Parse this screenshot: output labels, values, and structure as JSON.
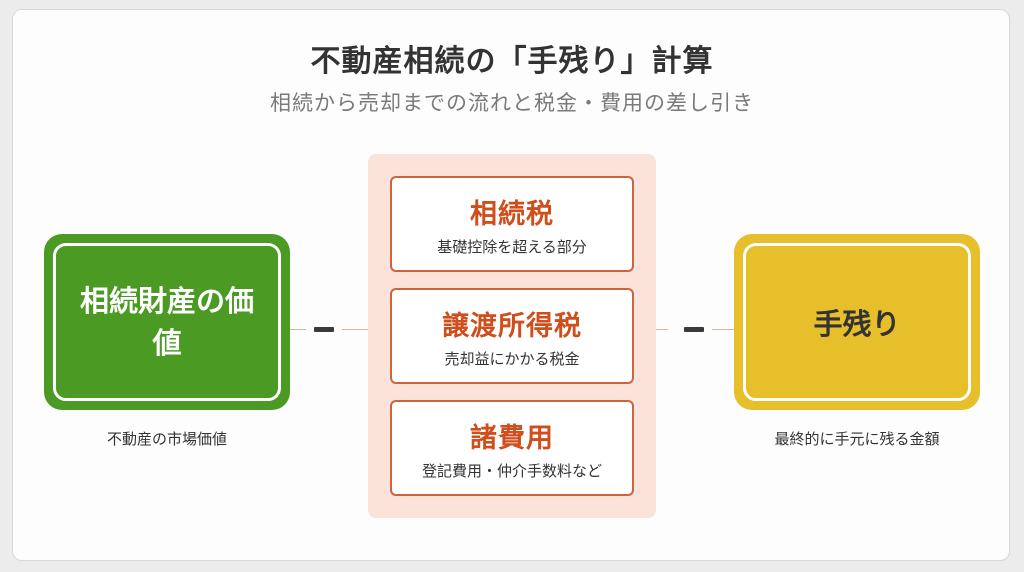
{
  "title": "不動産相続の「手残り」計算",
  "subtitle": "相続から売却までの流れと税金・費用の差し引き",
  "asset": {
    "label": "相続財産の価値",
    "caption": "不動産の市場価値"
  },
  "operator": "−",
  "deductions": [
    {
      "title": "相続税",
      "description": "基礎控除を超える部分"
    },
    {
      "title": "譲渡所得税",
      "description": "売却益にかかる税金"
    },
    {
      "title": "諸費用",
      "description": "登記費用・仲介手数料など"
    }
  ],
  "result": {
    "label": "手残り",
    "caption": "最終的に手元に残る金額"
  },
  "colors": {
    "asset": "#4b9a24",
    "deduction_border": "#d2623a",
    "deduction_text": "#cf4e1c",
    "deduction_panel": "#fbe3da",
    "result": "#e6bf2a"
  }
}
